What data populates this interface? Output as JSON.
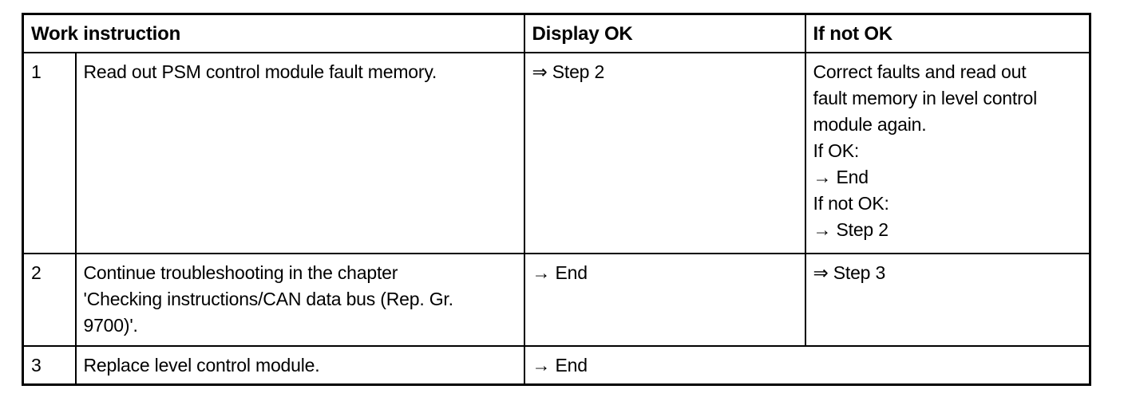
{
  "table": {
    "headers": {
      "work_instruction": "Work instruction",
      "display_ok": "Display OK",
      "if_not_ok": "If not OK"
    },
    "rows": [
      {
        "num": "1",
        "instruction": "Read out PSM control module fault memory.",
        "display_ok": "⇒ Step 2",
        "if_not_ok": "Correct faults and read out\nfault memory in level control\nmodule again.\nIf OK:\n→ End\nIf not OK:\n→ Step 2"
      },
      {
        "num": "2",
        "instruction": "Continue troubleshooting in the chapter\n'Checking instructions/CAN data bus (Rep. Gr.\n9700)'.",
        "display_ok": "→ End",
        "if_not_ok": "⇒ Step 3"
      },
      {
        "num": "3",
        "instruction": "Replace level control module.",
        "display_ok": "→ End"
      }
    ]
  }
}
